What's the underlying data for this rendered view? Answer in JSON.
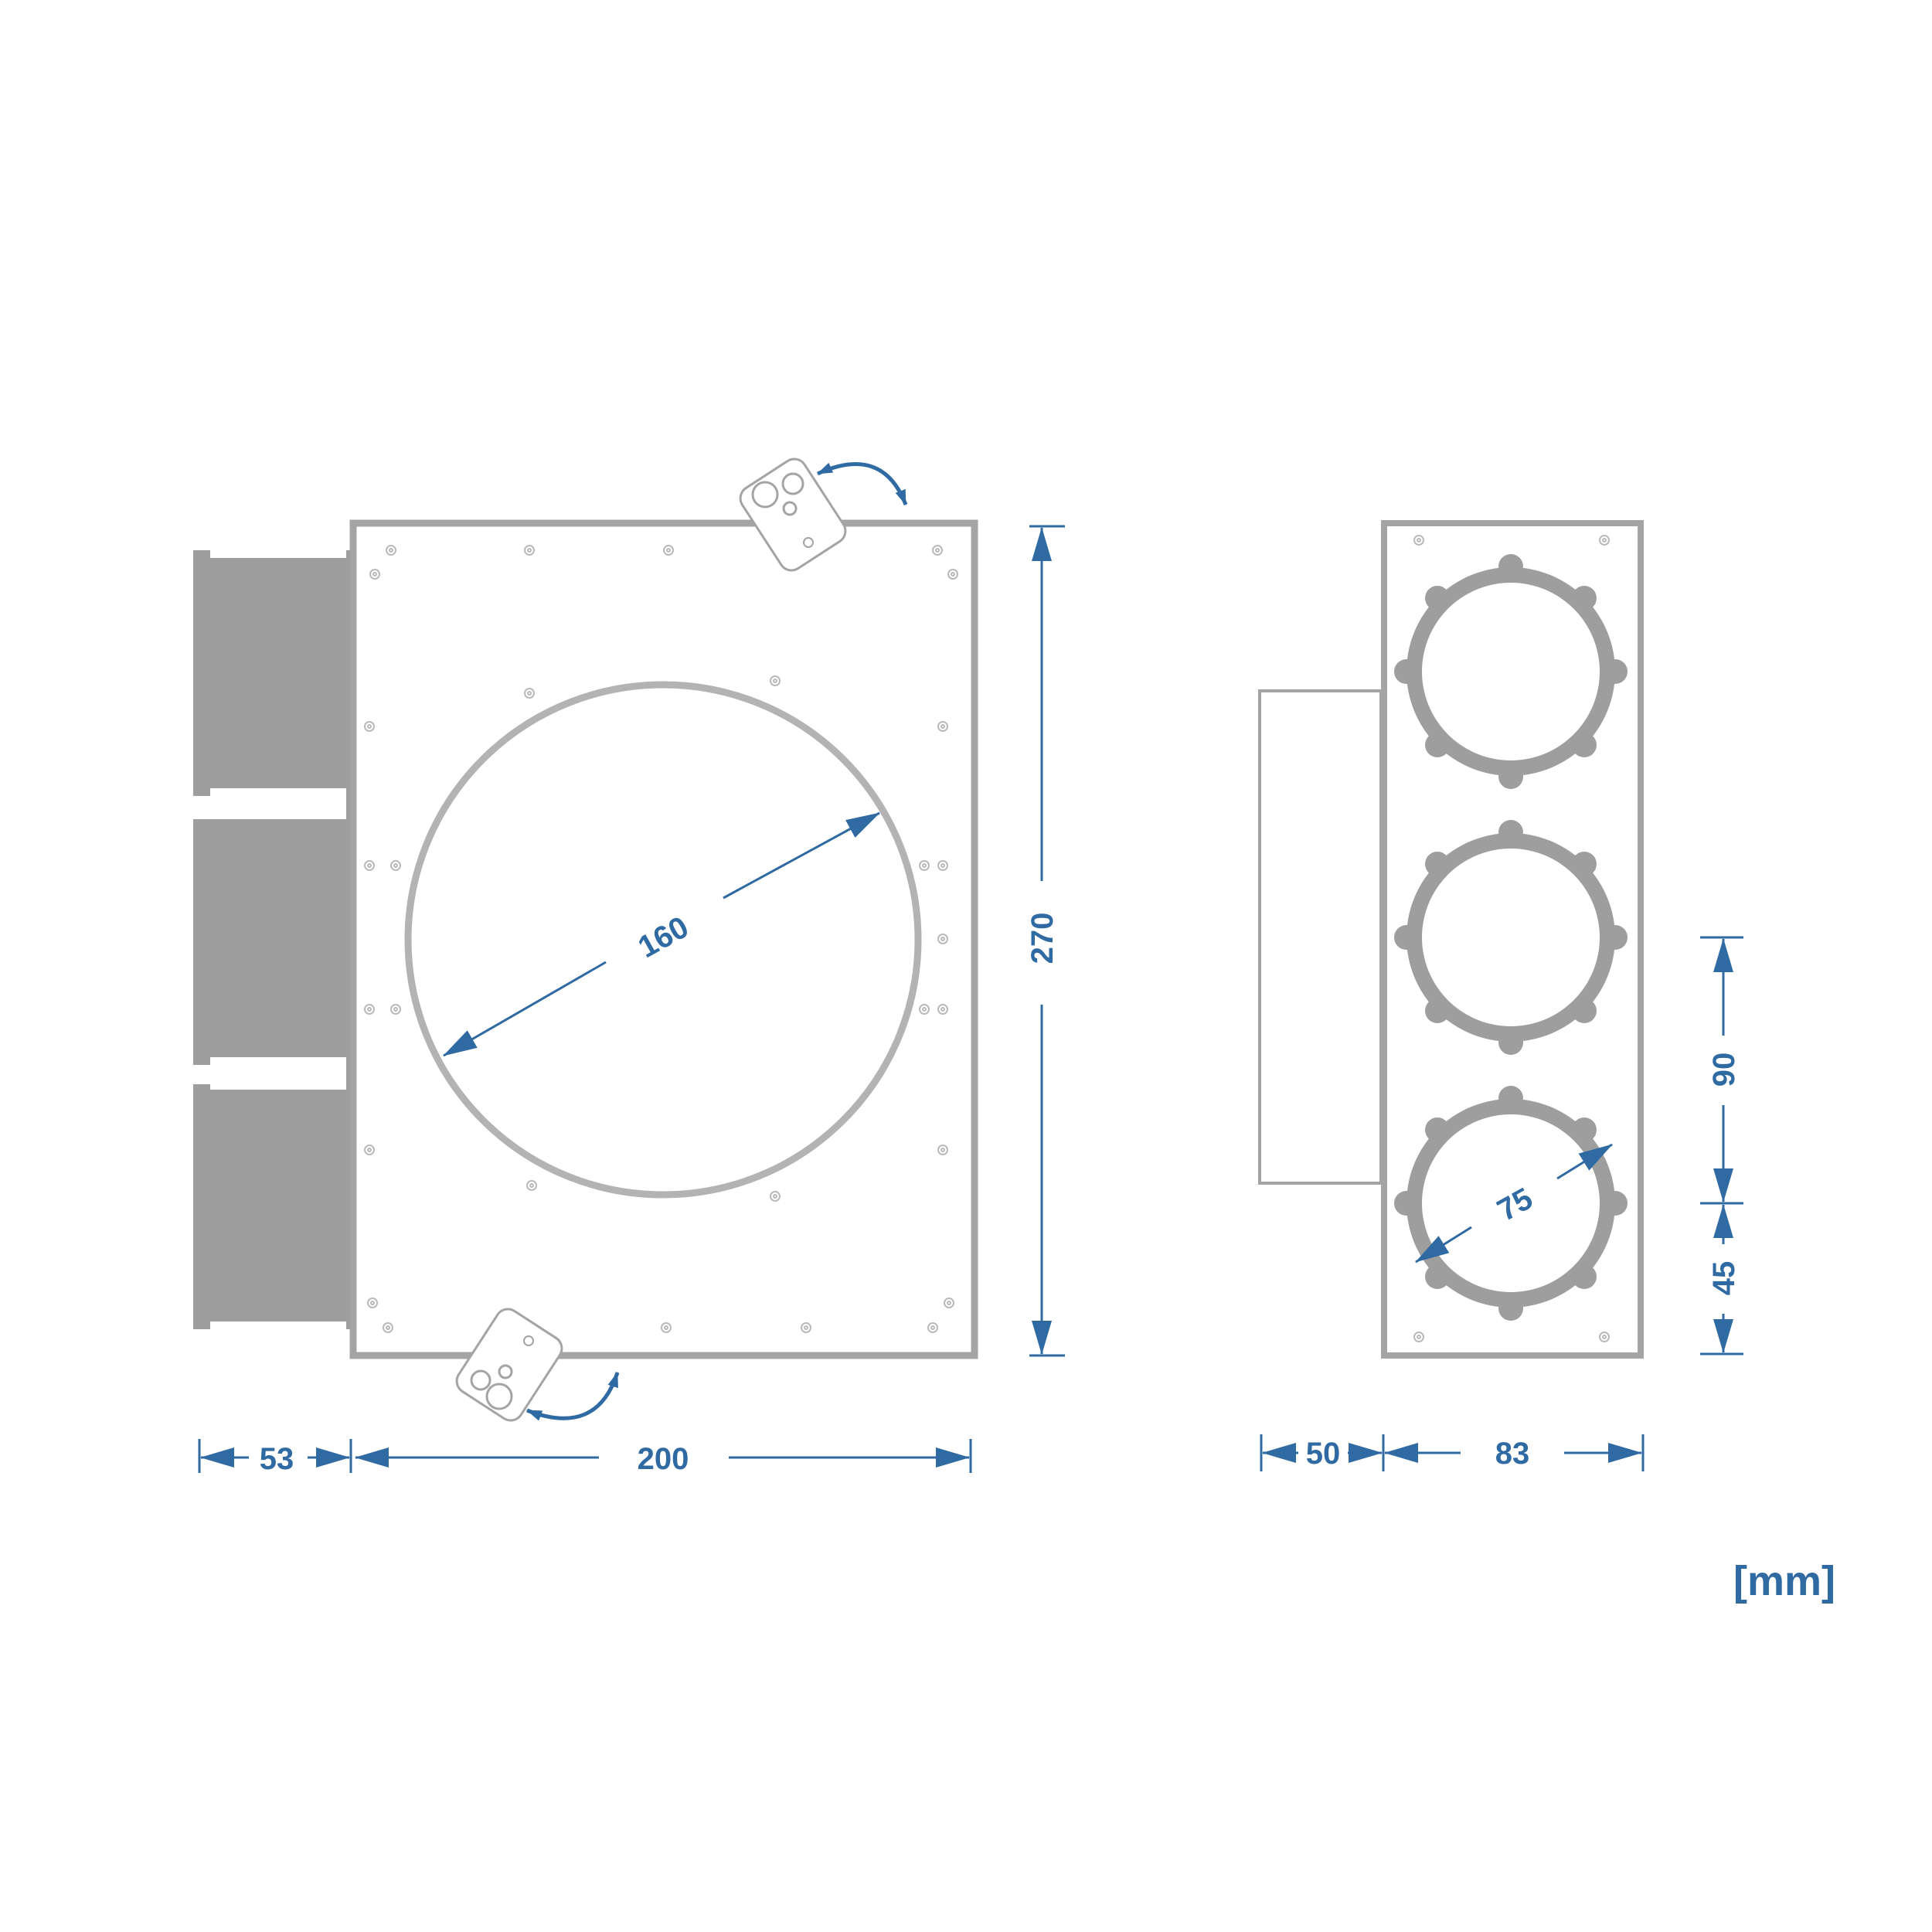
{
  "colors": {
    "dimension": "#2f6aa3",
    "outline": "#a3a4a3",
    "dark_fill": "#9d9e9d",
    "background": "#ffffff"
  },
  "dimensions": {
    "front_collar_width": "53",
    "front_body_width": "200",
    "front_height": "270",
    "front_outlet_diameter": "160",
    "side_depth": "50",
    "side_width": "83",
    "side_spigot_pitch": "90",
    "side_spigot_offset": "45",
    "side_spigot_diameter": "75"
  },
  "unit": "[mm]",
  "icons": {
    "rotate_top": "rotation-arrow-icon",
    "rotate_bottom": "rotation-arrow-icon"
  }
}
